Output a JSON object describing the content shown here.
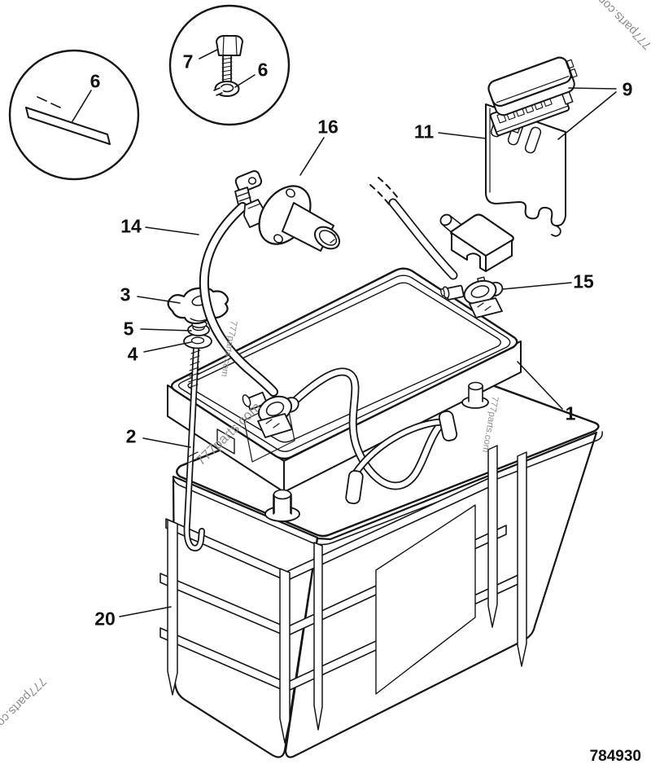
{
  "diagram": {
    "drawing_number": "784930",
    "watermark": "777parts.com",
    "callouts": [
      {
        "part": "6"
      },
      {
        "part": "7"
      },
      {
        "part": "6"
      },
      {
        "part": "16"
      },
      {
        "part": "14"
      },
      {
        "part": "11"
      },
      {
        "part": "9"
      },
      {
        "part": "3"
      },
      {
        "part": "5"
      },
      {
        "part": "4"
      },
      {
        "part": "15"
      },
      {
        "part": "1"
      },
      {
        "part": "2"
      },
      {
        "part": "20"
      }
    ]
  }
}
